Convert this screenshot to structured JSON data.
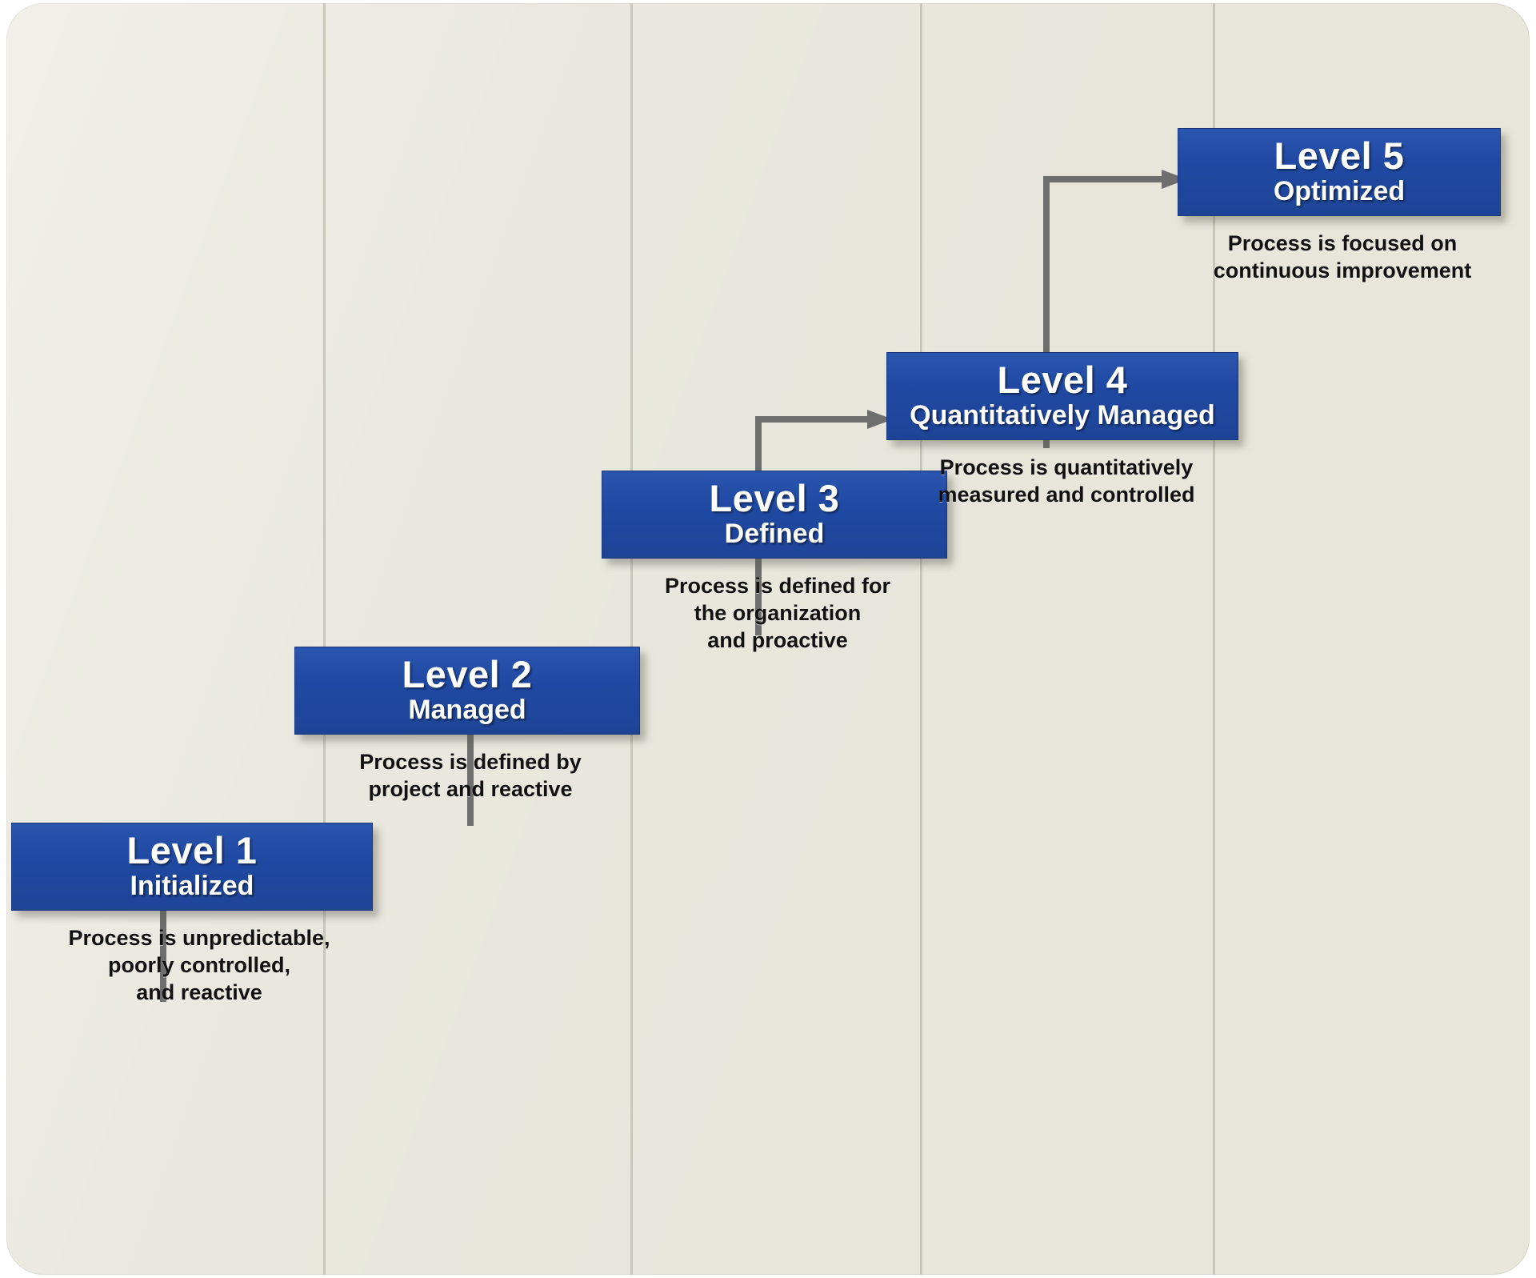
{
  "diagram": {
    "type": "staircase-maturity-model",
    "background_color": "#e8e6db",
    "box_color": "#1f49a3",
    "arrow_color": "#6e6e6e",
    "caption_color": "#111111",
    "column_line_color": "#c9c7ba",
    "levels": [
      {
        "id": "level-1",
        "title": "Level 1",
        "subtitle": "Initialized",
        "caption": "Process is unpredictable,\npoorly controlled,\nand reactive"
      },
      {
        "id": "level-2",
        "title": "Level 2",
        "subtitle": "Managed",
        "caption": "Process is defined by\nproject and reactive"
      },
      {
        "id": "level-3",
        "title": "Level 3",
        "subtitle": "Defined",
        "caption": "Process is defined for\nthe organization\nand proactive"
      },
      {
        "id": "level-4",
        "title": "Level 4",
        "subtitle": "Quantitatively Managed",
        "caption": "Process is quantitatively\nmeasured and controlled"
      },
      {
        "id": "level-5",
        "title": "Level 5",
        "subtitle": "Optimized",
        "caption": "Process is focused on\ncontinuous improvement"
      }
    ],
    "connectors": [
      {
        "id": "arrow-1-to-2",
        "from": "level-1",
        "to": "level-2"
      },
      {
        "id": "arrow-2-to-3",
        "from": "level-2",
        "to": "level-3"
      },
      {
        "id": "arrow-3-to-4",
        "from": "level-3",
        "to": "level-4"
      },
      {
        "id": "arrow-4-to-5",
        "from": "level-4",
        "to": "level-5"
      }
    ]
  }
}
